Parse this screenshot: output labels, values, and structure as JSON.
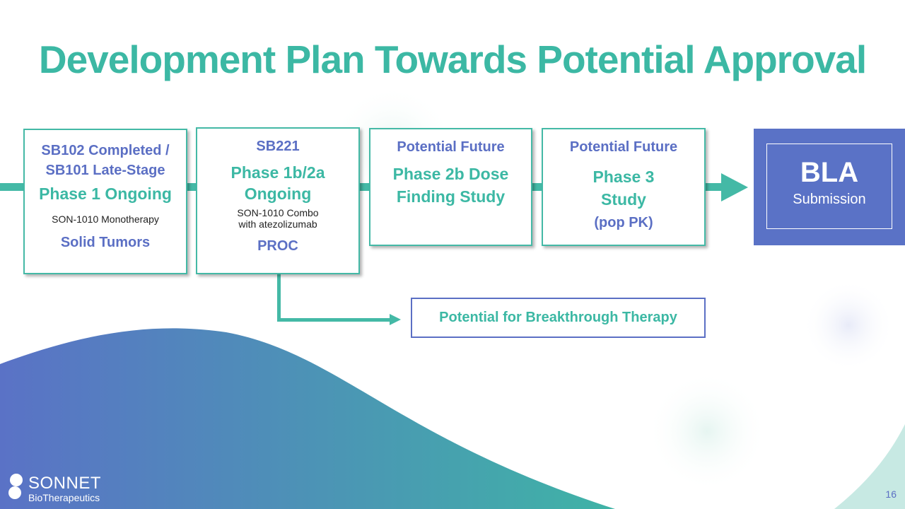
{
  "title": "Development Plan Towards Potential Approval",
  "stages": [
    {
      "header": "SB102 Completed / SB101 Late-Stage",
      "phase": "Phase 1 Ongoing",
      "detail": "SON-1010 Monotherapy",
      "indication": "Solid Tumors"
    },
    {
      "header": "SB221",
      "phase": "Phase 1b/2a Ongoing",
      "detail_line1": "SON-1010 Combo",
      "detail_line2": "with atezolizumab",
      "indication": "PROC"
    },
    {
      "header": "Potential Future",
      "phase_line1": "Phase 2b Dose",
      "phase_line2": "Finding Study"
    },
    {
      "header": "Potential Future",
      "phase_line1": "Phase 3",
      "phase_line2": "Study",
      "note": "(pop PK)"
    }
  ],
  "bla": {
    "title": "BLA",
    "subtitle": "Submission"
  },
  "breakthrough": "Potential for Breakthrough Therapy",
  "logo": {
    "name": "SONNET",
    "sub": "BioTherapeutics"
  },
  "page_number": "16",
  "colors": {
    "teal": "#3cb8a4",
    "blue": "#5b6fc4"
  }
}
